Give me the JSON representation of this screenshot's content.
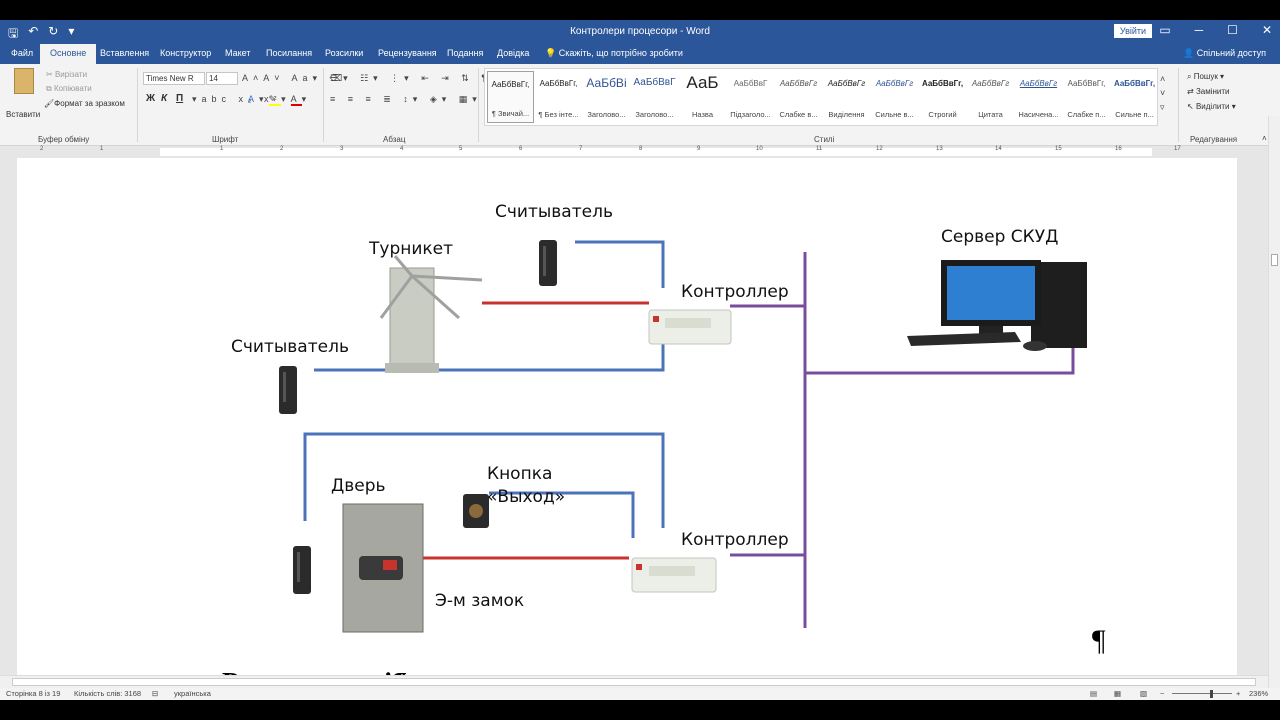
{
  "window": {
    "title": "Контролери процесори  -  Word",
    "signin": "Увійти",
    "share": "Спільний доступ",
    "tellme": "Скажіть, що потрібно зробити"
  },
  "tabs": [
    "Файл",
    "Основне",
    "Вставлення",
    "Конструктор",
    "Макет",
    "Посилання",
    "Розсилки",
    "Рецензування",
    "Подання",
    "Довідка"
  ],
  "clipboard": {
    "paste": "Вставити",
    "cut": "Вирізати",
    "copy": "Копіювати",
    "format_painter": "Формат за зразком",
    "label": "Буфер обміну"
  },
  "font": {
    "name": "Times New R",
    "size": "14",
    "label": "Шрифт",
    "bold": "Ж",
    "italic": "К",
    "underline": "П"
  },
  "paragraph": {
    "label": "Абзац"
  },
  "styles": {
    "label": "Стилі",
    "items": [
      {
        "preview": "АаБбВвГг,",
        "name": "¶ Звичай..."
      },
      {
        "preview": "АаБбВвГг,",
        "name": "¶ Без інте..."
      },
      {
        "preview": "АаБбВі",
        "name": "Заголово..."
      },
      {
        "preview": "АаБбВвГ",
        "name": "Заголово..."
      },
      {
        "preview": "АаБ",
        "name": "Назва"
      },
      {
        "preview": "АаБбВвГ",
        "name": "Підзаголо..."
      },
      {
        "preview": "АаБбВвГг",
        "name": "Слабке в..."
      },
      {
        "preview": "АаБбВвГг",
        "name": "Виділення"
      },
      {
        "preview": "АаБбВвГг",
        "name": "Сильне в..."
      },
      {
        "preview": "АаБбВвГг,",
        "name": "Строгий"
      },
      {
        "preview": "АаБбВвГг",
        "name": "Цитата"
      },
      {
        "preview": "АаБбВвГг",
        "name": "Насичена..."
      },
      {
        "preview": "АаБбВвГг,",
        "name": "Слабке п..."
      },
      {
        "preview": "АаБбВвГг,",
        "name": "Сильне п..."
      }
    ]
  },
  "editing": {
    "label": "Редагування",
    "find": "Пошук",
    "replace": "Замінити",
    "select": "Виділити"
  },
  "ruler": {
    "numbers": [
      "1",
      "2",
      "1",
      "2",
      "3",
      "4",
      "5",
      "6",
      "7",
      "8",
      "9",
      "10",
      "11",
      "12",
      "13",
      "14",
      "15",
      "16",
      "17"
    ]
  },
  "diagram": {
    "reader_top": "Считыватель",
    "turnstile": "Турникет",
    "reader_left": "Считыватель",
    "controller_top": "Контроллер",
    "server": "Сервер СКУД",
    "door": "Дверь",
    "button": "Кнопка",
    "button_exit": "«Выход»",
    "controller_bottom": "Контроллер",
    "lock": "Э-м замок"
  },
  "document": {
    "heading": "Розширювачі¶",
    "pilcrow": "¶"
  },
  "status": {
    "page": "Сторінка 8 із 19",
    "words": "Кількість слів: 3168",
    "language": "українська",
    "zoom": "236%"
  }
}
